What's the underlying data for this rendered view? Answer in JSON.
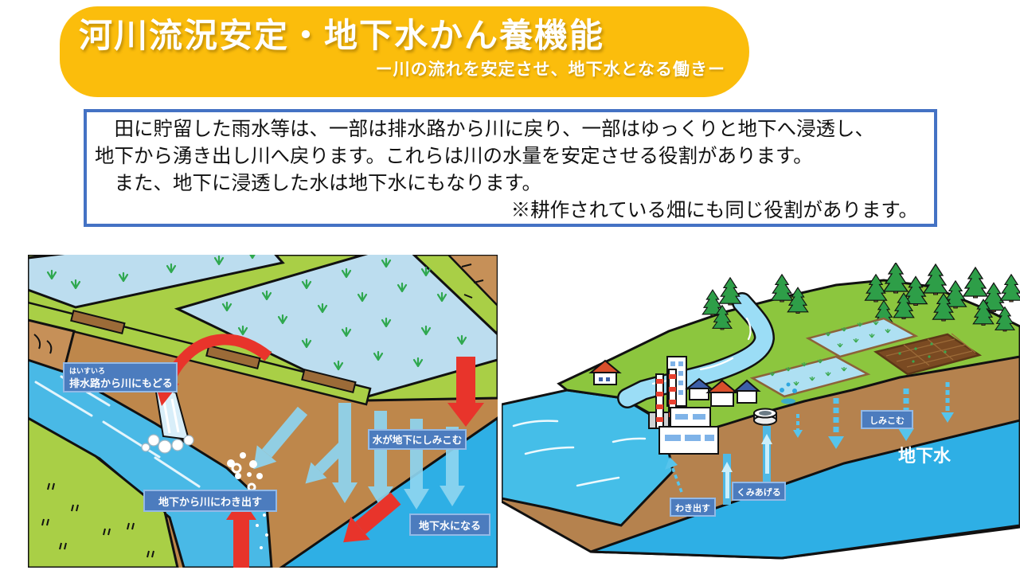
{
  "header": {
    "title": "河川流況安定・地下水かん養機能",
    "subtitle": "ー川の流れを安定させ、地下水となる働きー"
  },
  "description_box": {
    "lines": [
      "　田に貯留した雨水等は、一部は排水路から川に戻り、一部はゆっくりと地下へ浸透し、",
      "地下から湧き出し川へ戻ります。これらは川の水量を安定させる役割があります。",
      "　また、地下に浸透した水は地下水にもなります。",
      "※耕作されている畑にも同じ役割があります。"
    ]
  },
  "left_illustration": {
    "labels": {
      "drain_furigana": "はいすいろ",
      "drain": "排水路から川にもどる",
      "seep": "水が地下にしみこむ",
      "spring": "地下から川にわき出す",
      "become_groundwater": "地下水になる"
    }
  },
  "right_illustration": {
    "labels": {
      "seep": "しみこむ",
      "pump": "くみあげる",
      "spring": "わき出す",
      "groundwater": "地下水"
    }
  },
  "palette": {
    "header_orange": "#FBBD0C",
    "box_border_blue": "#4472C4",
    "label_blue": "#4C7CBE",
    "label_border_blue": "#93B9E6",
    "paddy_blue": "#BCDDEF",
    "levee_green": "#A9CF46",
    "grass_green": "#8CC63E",
    "earth_brown": "#BE874B",
    "earth_brown_dark": "#B5824E",
    "river_blue": "#49B9E6",
    "sea_blue": "#45BEE8",
    "groundwater_blue": "#2EAFE5",
    "arrow_red": "#E8342B",
    "arrow_lightblue": "#8ED5F0",
    "tree_green": "#2E9E48",
    "text_white": "#FFFFFF",
    "body_text": "#111111"
  }
}
